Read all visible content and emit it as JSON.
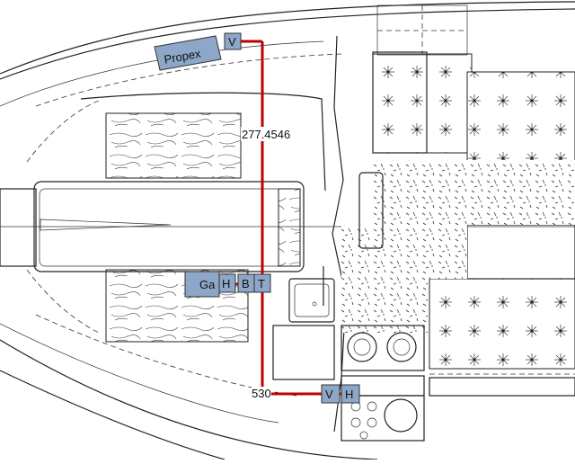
{
  "components": {
    "propex_label": "Propex",
    "v_top_label": "V",
    "ga_label": "Ga",
    "h_mid_label": "H",
    "b_label": "B",
    "t_label": "T",
    "v_bottom_label": "V",
    "h_bottom_label": "H"
  },
  "measurements": {
    "upper_length": "277.4546",
    "lower_length": "530"
  },
  "colors": {
    "pipe": "#c00000",
    "component_fill": "#8da7c8"
  }
}
